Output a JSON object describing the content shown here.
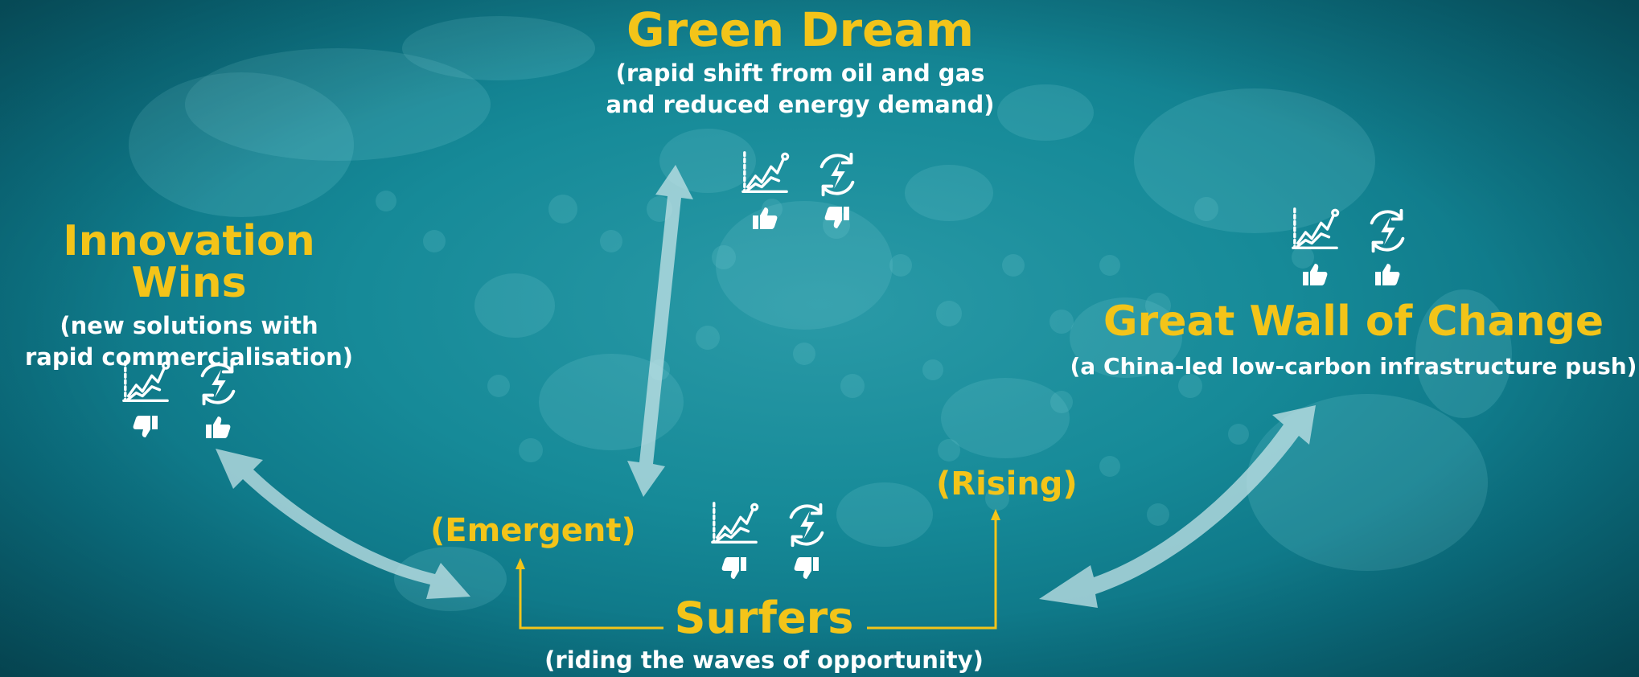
{
  "scenarios": {
    "green_dream": {
      "title": "Green Dream",
      "sub1": "(rapid shift from oil and gas",
      "sub2": "and reduced energy demand)",
      "thumbs": [
        "up",
        "down"
      ]
    },
    "innovation_wins": {
      "title": "Innovation Wins",
      "sub1": "(new solutions with",
      "sub2": "rapid commercialisation)",
      "thumbs": [
        "down",
        "up"
      ]
    },
    "great_wall": {
      "title": "Great Wall of Change",
      "sub1": "(a China-led low-carbon infrastructure push)",
      "thumbs": [
        "up",
        "up"
      ]
    },
    "surfers": {
      "title": "Surfers",
      "sub1": "(riding the waves of opportunity)",
      "thumbs": [
        "down",
        "down"
      ]
    }
  },
  "labels": {
    "emergent": "(Emergent)",
    "rising": "(Rising)"
  },
  "icons": {
    "left": "growth-chart-icon",
    "right": "energy-cycle-icon"
  },
  "colors": {
    "accent": "#f3c419",
    "text": "#ffffff",
    "arrow": "#b9dde2"
  }
}
